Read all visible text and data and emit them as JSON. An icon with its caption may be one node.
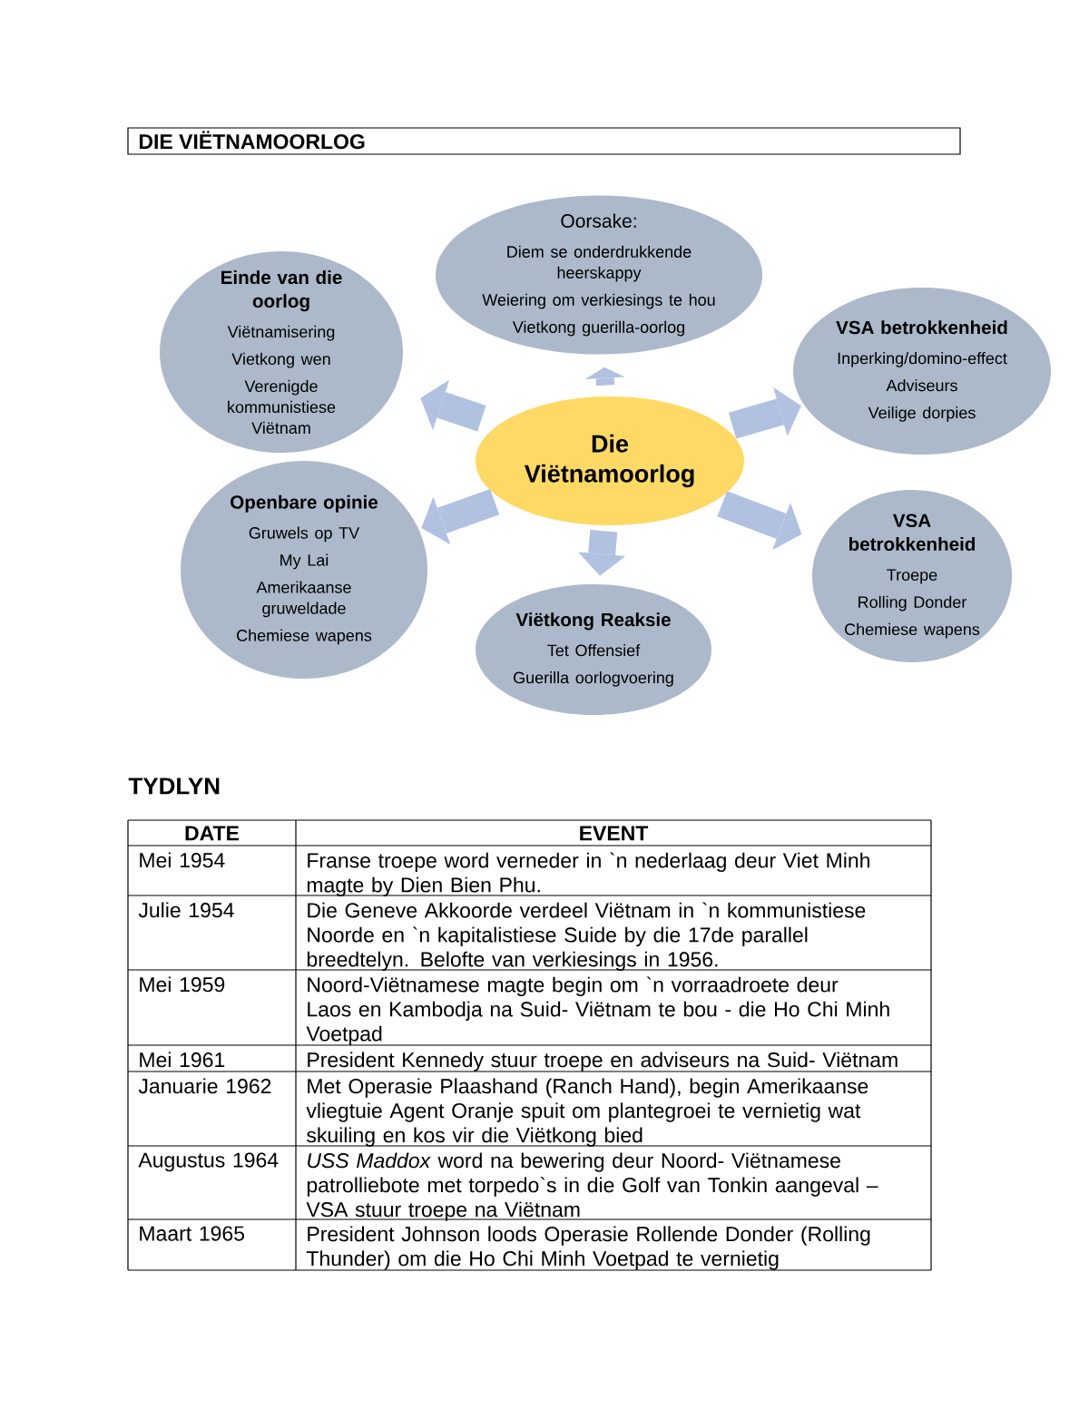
{
  "diagram": {
    "title": "DIE VIËTNAMOORLOG",
    "nodes": [
      {
        "text": [
          "Die Viëtnamoorlog"
        ]
      },
      {
        "text": [
          "Oorsake:",
          "Diem se onderdrukkende heerskappy",
          "Weiering om verkiesings te hou",
          "Vietkong guerilla-oorlog"
        ]
      },
      {
        "text": [
          "Einde van die oorlog",
          "Viëtnamisering",
          "Vietkong wen",
          "Verenigde kommunistiese Viëtnam"
        ]
      },
      {
        "text": [
          "VSA betrokkenheid",
          "Inperking/domino-effect",
          "Adviseurs",
          "Veilige dorpies"
        ]
      },
      {
        "text": [
          "Openbare opinie",
          "Gruwels op TV",
          "My Lai",
          "Amerikaanse gruweldade",
          "Chemiese wapens"
        ]
      },
      {
        "text": [
          "VSA betrokkenheid",
          "Troepe",
          "Rolling Donder",
          "Chemiese wapens"
        ]
      },
      {
        "text": [
          "Viëtkong Reaksie",
          "Tet Offensief",
          "Guerilla oorlogvoering"
        ]
      }
    ],
    "edges": [
      {
        "from": 0,
        "to": 1,
        "arrow": "to"
      },
      {
        "from": 0,
        "to": 2,
        "arrow": "to"
      },
      {
        "from": 0,
        "to": 3,
        "arrow": "to"
      },
      {
        "from": 0,
        "to": 4,
        "arrow": "to"
      },
      {
        "from": 0,
        "to": 5,
        "arrow": "to"
      },
      {
        "from": 0,
        "to": 6,
        "arrow": "to"
      }
    ],
    "labels": [
      "TYDLYN",
      "DATE",
      "EVENT",
      "Mei 1954",
      "Franse troepe word verneder in `n nederlaag deur Viet Minh magte by Dien Bien Phu.",
      "Julie 1954",
      "Die Geneve Akkoorde verdeel Viëtnam in `n kommunistiese Noorde en `n kapitalistiese Suide by die 17de parallel breedtelyn. Belofte van verkiesings in 1956.",
      "Mei 1959",
      "Noord-Viëtnamese magte begin om `n vorraadroete deur Laos en Kambodja na Suid- Viëtnam te bou - die Ho Chi Minh Voetpad",
      "Mei 1961",
      "President Kennedy stuur troepe en adviseurs na Suid- Viëtnam",
      "Januarie 1962",
      "Met Operasie Plaashand (Ranch Hand), begin Amerikaanse vliegtuie Agent Oranje spuit om plantegroei te vernietig wat skuiling en kos vir die Viëtkong bied",
      "Augustus 1964",
      "*USS Maddox* word na bewering deur Noord- Viëtnamese patrolliebote met torpedo`s in die Golf van Tonkin aangeval – VSA stuur troepe na Viëtnam",
      "Maart 1965",
      "President Johnson loods Operasie Rollende Donder (Rolling Thunder) om die Ho Chi Minh Voetpad te vernietig"
    ]
  }
}
